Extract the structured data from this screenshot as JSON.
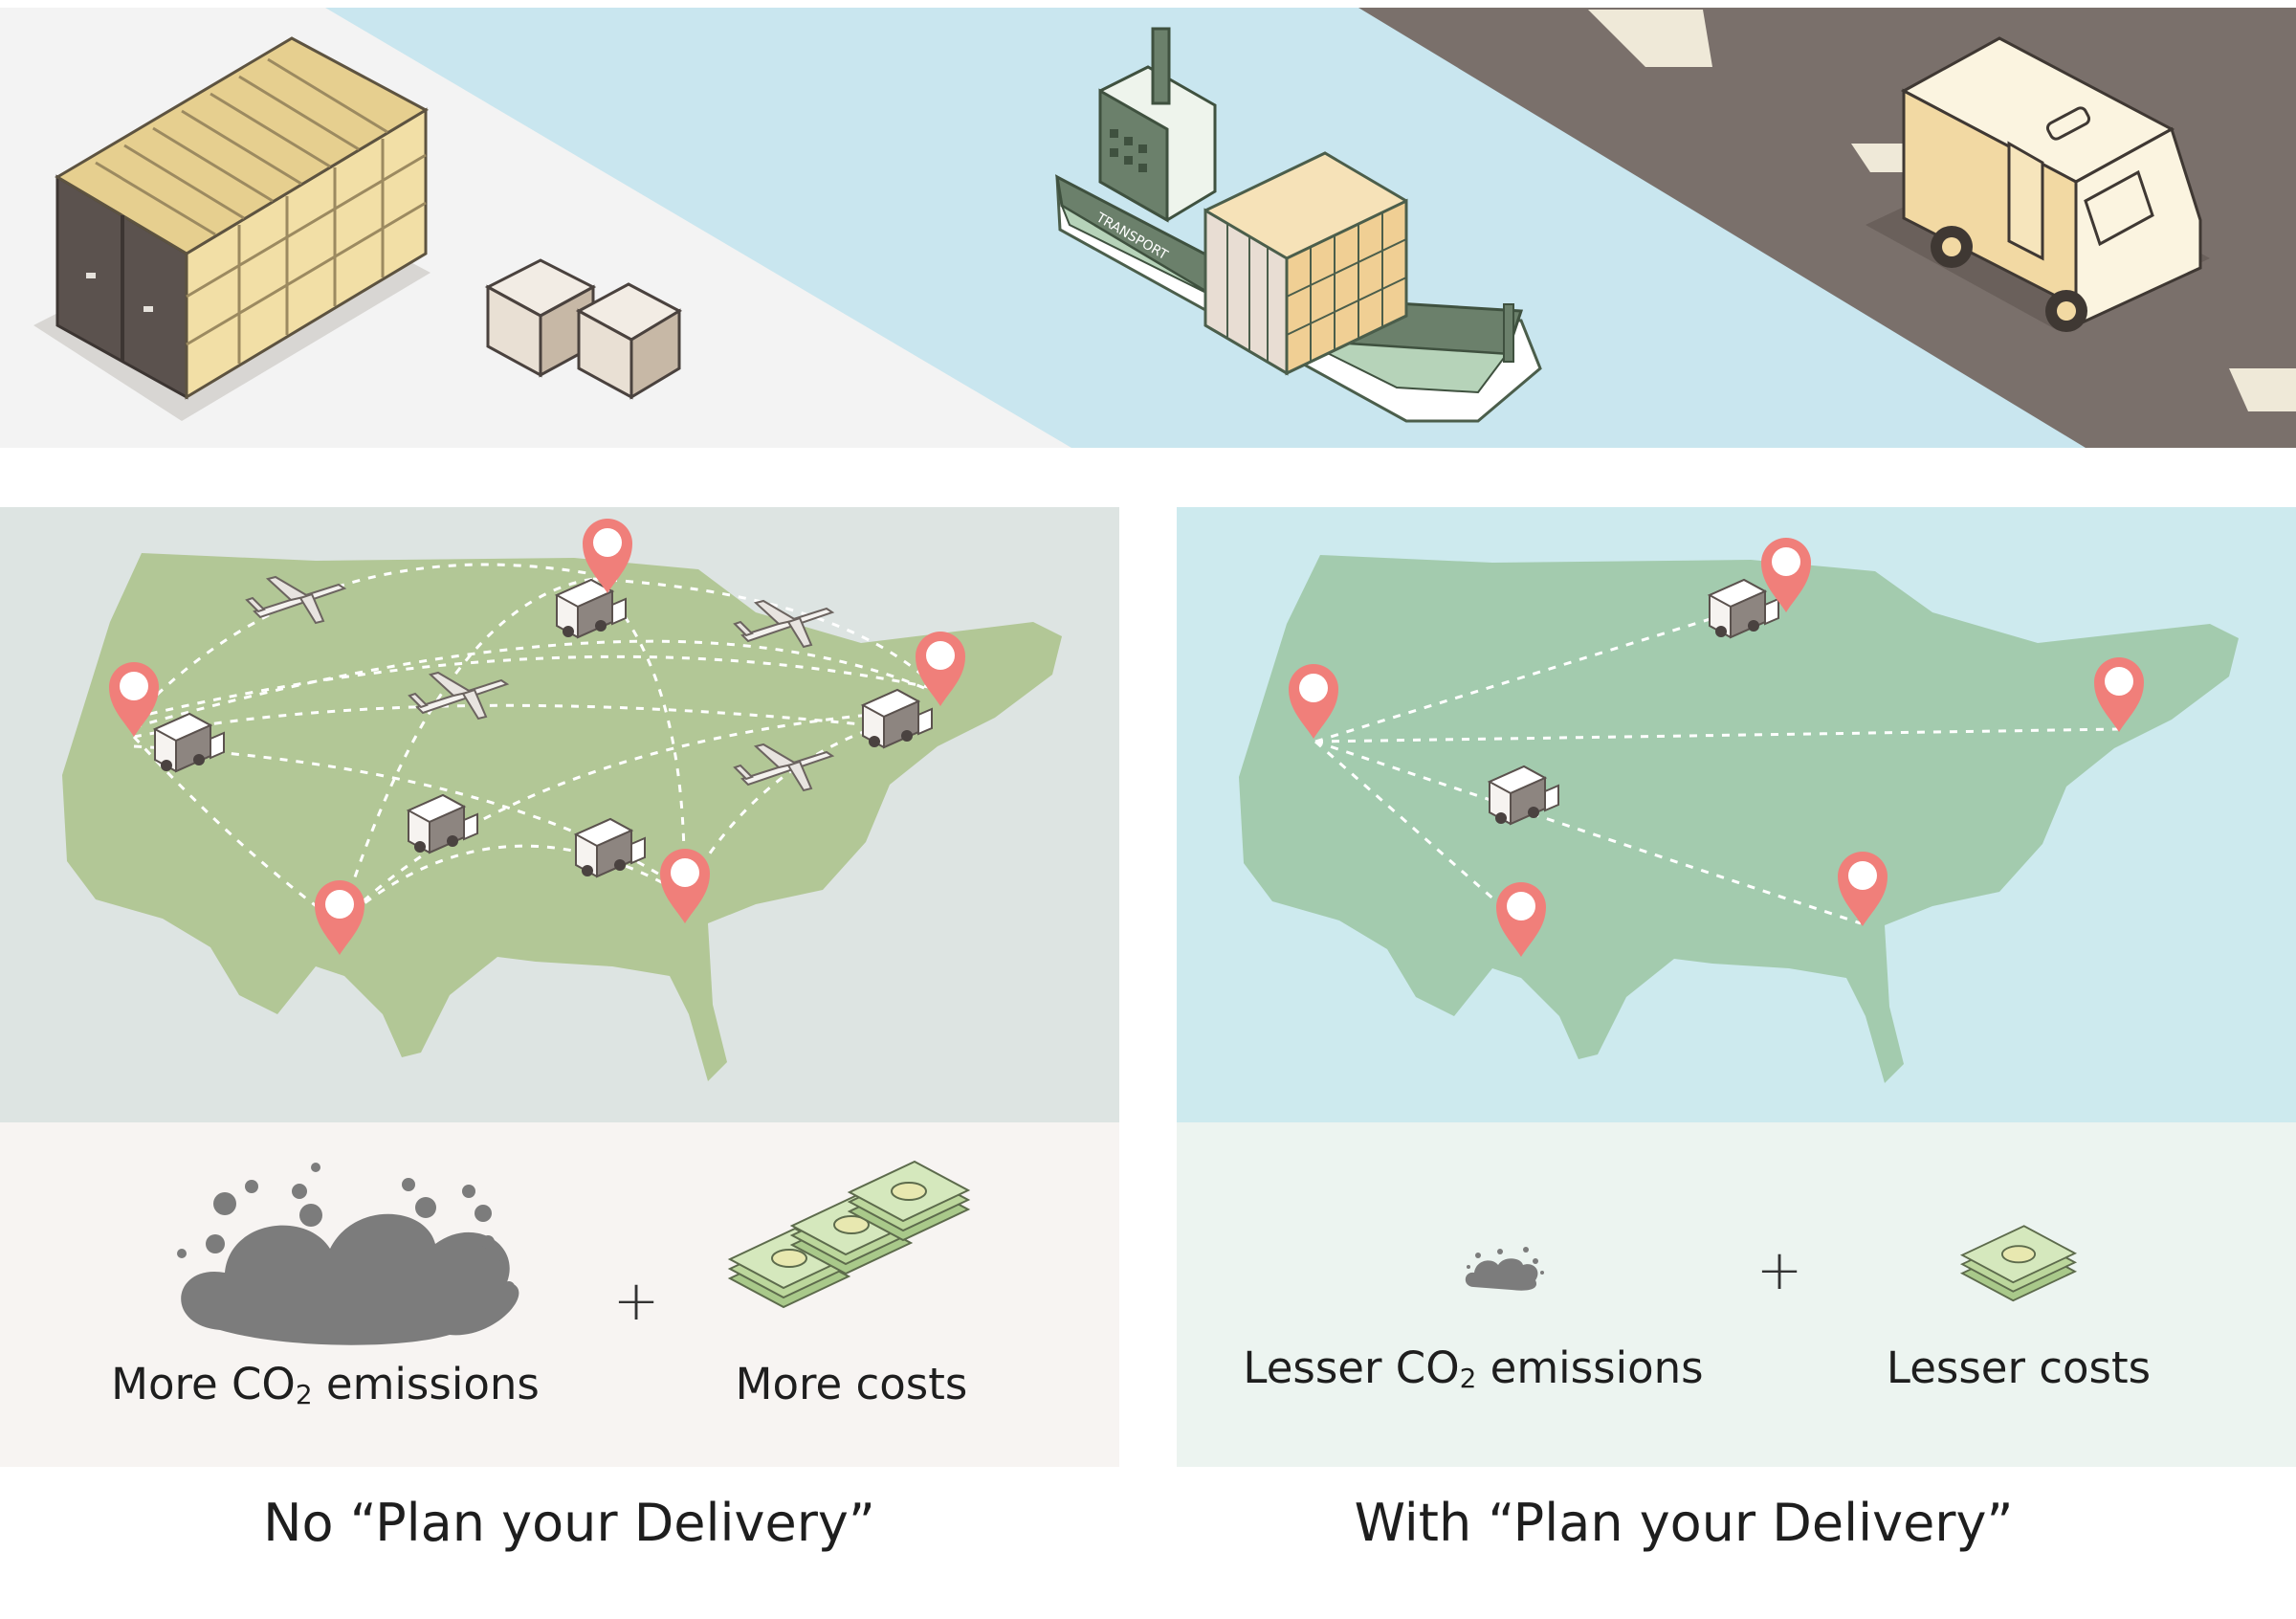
{
  "left_panel": {
    "emissions_label_pre": "More CO",
    "emissions_label_sub": "2",
    "emissions_label_post": " emissions",
    "costs_label": "More costs",
    "plus": "+",
    "caption": "No “Plan your Delivery”"
  },
  "right_panel": {
    "emissions_label_pre": "Lesser CO",
    "emissions_label_sub": "2",
    "emissions_label_post": " emissions",
    "costs_label": "Lesser costs",
    "plus": "+",
    "caption": "With “Plan your Delivery”"
  },
  "ship": {
    "hull_text": "TRANSPORT"
  },
  "colors": {
    "warehouse_bg": "#f3f3f3",
    "water": "#c9e6ef",
    "road": "#7a706b",
    "left_map_bg": "#dde4e2",
    "left_land": "#b2c796",
    "right_map_bg": "#cdeaee",
    "right_land": "#a3cbae",
    "left_bottom_bg": "#f7f4f2",
    "right_bottom_bg": "#ecf4f0",
    "pin": "#f07f7a",
    "cloud": "#7c7c7c",
    "cash": "#c6dfae"
  }
}
